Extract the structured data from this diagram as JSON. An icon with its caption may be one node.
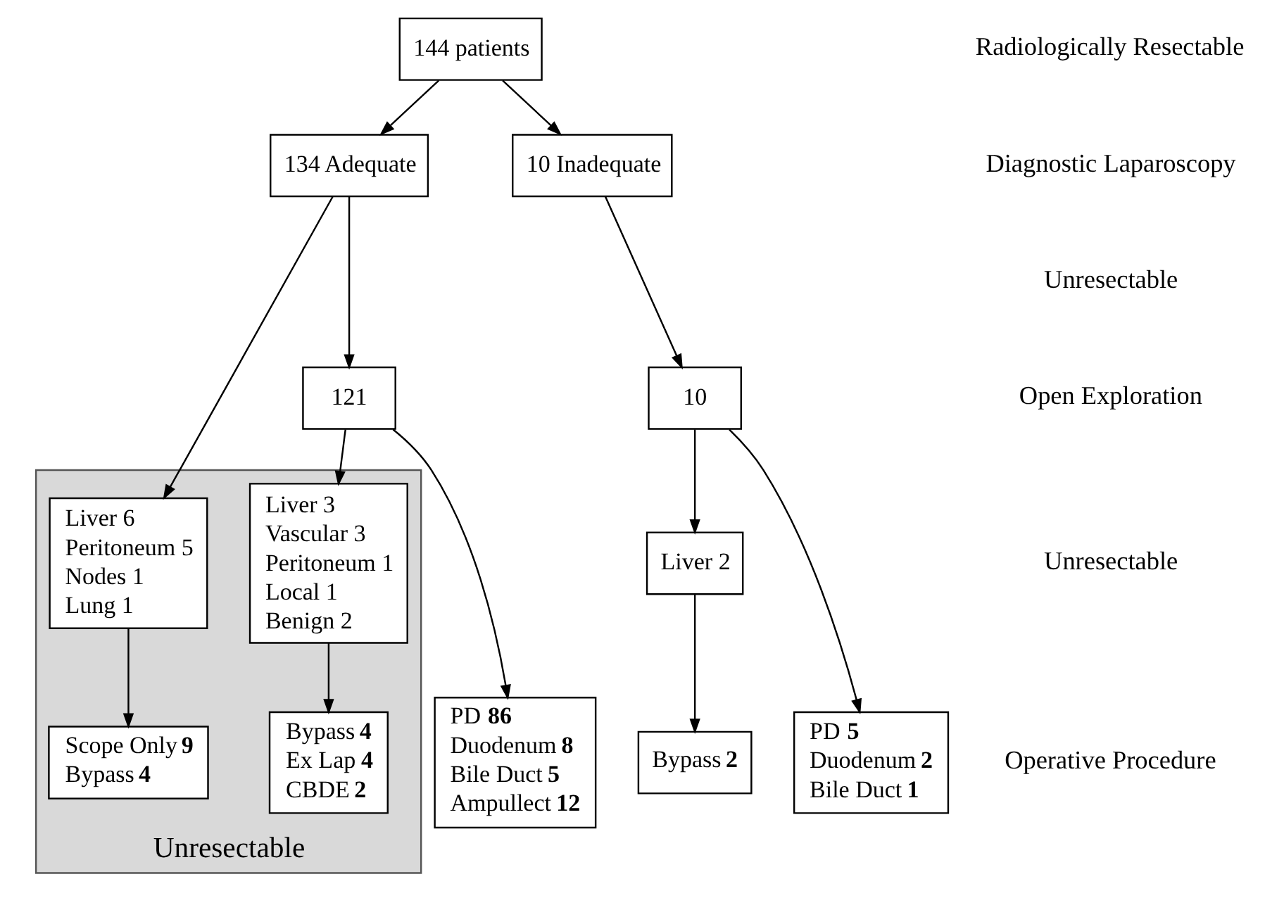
{
  "diagram": {
    "nodes": [
      {
        "text": [
          "144 patients"
        ]
      },
      {
        "text": [
          "134 Adequate"
        ]
      },
      {
        "text": [
          "10 Inadequate"
        ]
      },
      {
        "text": [
          "Unresectable"
        ]
      },
      {
        "text": [
          "Liver 6",
          "Peritoneum 5",
          "Nodes 1",
          "Lung 1"
        ],
        "in": 3
      },
      {
        "text": [
          "Scope Only **9**",
          "Bypass **4**"
        ],
        "in": 3
      },
      {
        "text": [
          "121"
        ]
      },
      {
        "text": [
          "10"
        ]
      },
      {
        "text": [
          "Liver 3",
          "Vascular 3",
          "Peritoneum 1",
          "Local 1",
          "Benign 2"
        ],
        "in": 3
      },
      {
        "text": [
          "Liver 2"
        ]
      },
      {
        "text": [
          "PD **86**",
          "Duodenum **8**",
          "Bile Duct **5**",
          "Ampullect **12**"
        ]
      },
      {
        "text": [
          "Bypass **4**",
          "Ex Lap **4**",
          "CBDE **2**"
        ],
        "in": 3
      },
      {
        "text": [
          "Bypass **2**"
        ]
      },
      {
        "text": [
          "PD **5**",
          "Duodenum **2**",
          "Bile Duct **1**"
        ]
      }
    ],
    "edges": [
      {
        "from": 0,
        "to": 1,
        "arrow": "to"
      },
      {
        "from": 0,
        "to": 2,
        "arrow": "to"
      },
      {
        "from": 1,
        "to": 4,
        "arrow": "to"
      },
      {
        "from": 1,
        "to": 6,
        "arrow": "to"
      },
      {
        "from": 2,
        "to": 7,
        "arrow": "to"
      },
      {
        "from": 4,
        "to": 5,
        "arrow": "to"
      },
      {
        "from": 6,
        "to": 8,
        "arrow": "to"
      },
      {
        "from": 6,
        "to": 10,
        "arrow": "to"
      },
      {
        "from": 7,
        "to": 9,
        "arrow": "to"
      },
      {
        "from": 7,
        "to": 13,
        "arrow": "to"
      },
      {
        "from": 8,
        "to": 11,
        "arrow": "to"
      },
      {
        "from": 9,
        "to": 12,
        "arrow": "to"
      }
    ],
    "labels": [
      "Radiologically Resectable",
      "Diagnostic Laparoscopy",
      "Unresectable",
      "Open Exploration",
      "Unresectable",
      "Operative Procedure"
    ]
  }
}
